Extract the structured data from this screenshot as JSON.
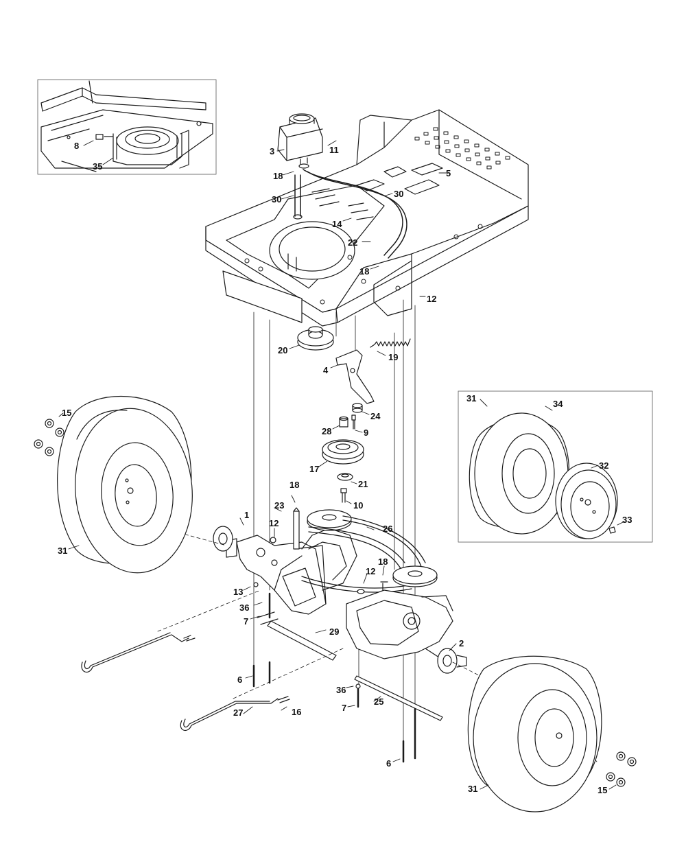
{
  "colors": {
    "line": "#1a1a1a",
    "fill": "#ffffff",
    "frame": "#777777",
    "shade": "#e6e6e6"
  },
  "callouts": [
    {
      "id": "c8a",
      "text": "8",
      "part": "bolt"
    },
    {
      "id": "c35",
      "text": "35",
      "part": "bracket"
    },
    {
      "id": "c3",
      "text": "3",
      "part": "reservoir"
    },
    {
      "id": "c11",
      "text": "11",
      "part": "nut"
    },
    {
      "id": "c18a",
      "text": "18",
      "part": "clamp"
    },
    {
      "id": "c5",
      "text": "5",
      "part": "bolt"
    },
    {
      "id": "c30a",
      "text": "30",
      "part": "hose"
    },
    {
      "id": "c30b",
      "text": "30",
      "part": "hose"
    },
    {
      "id": "c14",
      "text": "14",
      "part": "nut"
    },
    {
      "id": "c22",
      "text": "22",
      "part": "fitting"
    },
    {
      "id": "c18b",
      "text": "18",
      "part": "clamp"
    },
    {
      "id": "c12a",
      "text": "12",
      "part": "nut"
    },
    {
      "id": "c20",
      "text": "20",
      "part": "pulley"
    },
    {
      "id": "c19",
      "text": "19",
      "part": "spring"
    },
    {
      "id": "c4",
      "text": "4",
      "part": "idler-arm"
    },
    {
      "id": "c24",
      "text": "24",
      "part": "spacer"
    },
    {
      "id": "c28",
      "text": "28",
      "part": "bushing"
    },
    {
      "id": "c9",
      "text": "9",
      "part": "bolt"
    },
    {
      "id": "c17",
      "text": "17",
      "part": "idler-pulley"
    },
    {
      "id": "c21",
      "text": "21",
      "part": "washer"
    },
    {
      "id": "c10",
      "text": "10",
      "part": "bolt"
    },
    {
      "id": "c18c",
      "text": "18",
      "part": "clip"
    },
    {
      "id": "c23",
      "text": "23",
      "part": "pin"
    },
    {
      "id": "c15a",
      "text": "15",
      "part": "lug-nut"
    },
    {
      "id": "c1",
      "text": "1",
      "part": "transaxle-left"
    },
    {
      "id": "c12b",
      "text": "12",
      "part": "nut"
    },
    {
      "id": "c26",
      "text": "26",
      "part": "belt"
    },
    {
      "id": "c31a",
      "text": "31",
      "part": "wheel"
    },
    {
      "id": "c12c",
      "text": "12",
      "part": "nut"
    },
    {
      "id": "c18d",
      "text": "18",
      "part": "clip"
    },
    {
      "id": "c13",
      "text": "13",
      "part": "washer"
    },
    {
      "id": "c36a",
      "text": "36",
      "part": "washer"
    },
    {
      "id": "c7a",
      "text": "7",
      "part": "bolt"
    },
    {
      "id": "c29",
      "text": "29",
      "part": "rod"
    },
    {
      "id": "c2",
      "text": "2",
      "part": "transaxle-right"
    },
    {
      "id": "c6a",
      "text": "6",
      "part": "bolt"
    },
    {
      "id": "c27",
      "text": "27",
      "part": "bypass-rod"
    },
    {
      "id": "c16",
      "text": "16",
      "part": "cotter-pin"
    },
    {
      "id": "c36b",
      "text": "36",
      "part": "washer"
    },
    {
      "id": "c7b",
      "text": "7",
      "part": "bolt"
    },
    {
      "id": "c25",
      "text": "25",
      "part": "rod"
    },
    {
      "id": "c6b",
      "text": "6",
      "part": "bolt"
    },
    {
      "id": "c31b",
      "text": "31",
      "part": "wheel"
    },
    {
      "id": "c15b",
      "text": "15",
      "part": "lug-nut"
    },
    {
      "id": "c31c",
      "text": "31",
      "part": "wheel-assembly"
    },
    {
      "id": "c34",
      "text": "34",
      "part": "tire"
    },
    {
      "id": "c32",
      "text": "32",
      "part": "rim"
    },
    {
      "id": "c33",
      "text": "33",
      "part": "valve-stem"
    }
  ]
}
